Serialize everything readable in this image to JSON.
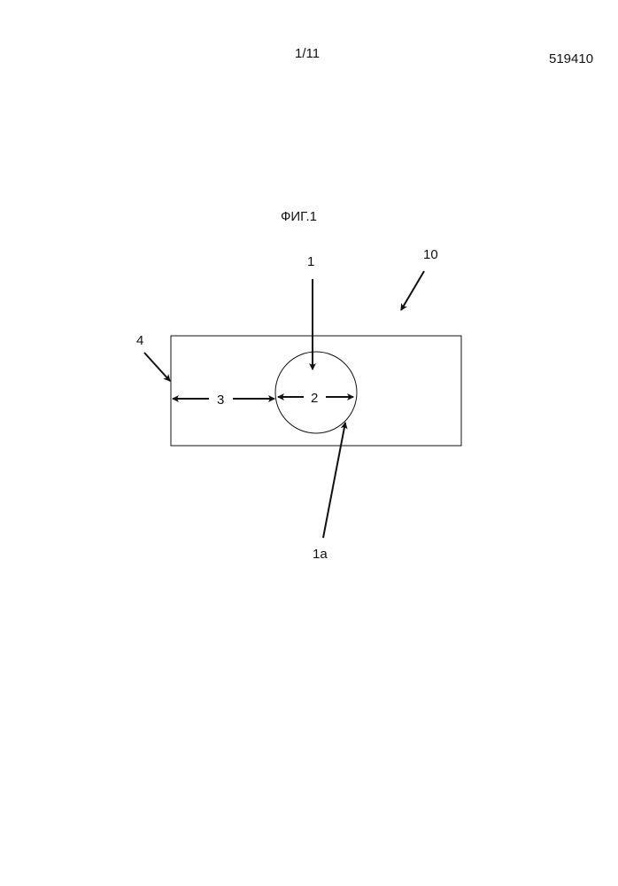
{
  "header": {
    "page_number": "1/11",
    "document_number": "519410"
  },
  "figure": {
    "title": "ФИГ.1",
    "labels": {
      "label_1": "1",
      "label_10": "10",
      "label_4": "4",
      "label_3": "3",
      "label_2": "2",
      "label_1a": "1a"
    }
  },
  "colors": {
    "ink": "#111111",
    "background": "#ffffff"
  }
}
